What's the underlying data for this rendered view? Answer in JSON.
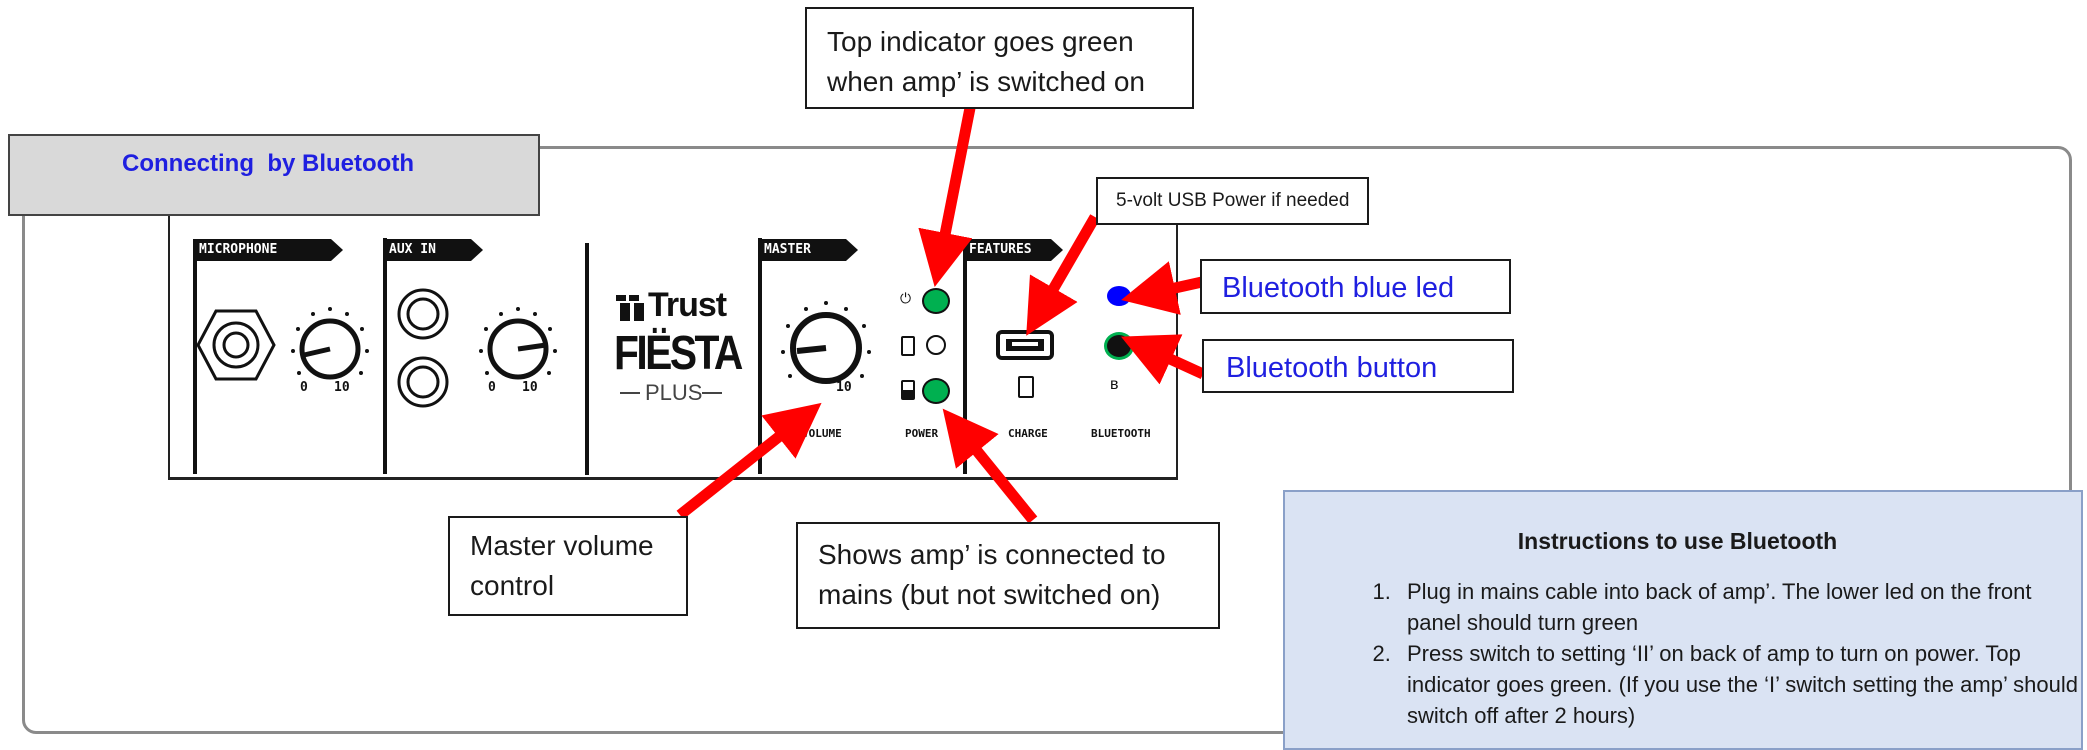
{
  "header": {
    "title": "Connecting  by Bluetooth",
    "title_color": "#1f1fe0",
    "bg": "#d9d9d9"
  },
  "panel": {
    "sections": {
      "microphone": "MICROPHONE",
      "aux_in": "AUX IN",
      "master": "MASTER",
      "features": "FEATURES"
    },
    "brand": {
      "logo_text": "Trust",
      "model": "FIËSTA",
      "sub": "PLUS"
    },
    "knob_scale": {
      "min": "0",
      "max": "10"
    },
    "labels": {
      "volume": "VOLUME",
      "power": "POWER",
      "charge": "CHARGE",
      "bluetooth": "BLUETOOTH"
    },
    "indicator_colors": {
      "on": "#00b050",
      "bt": "#0000ff",
      "arrow": "#ff0000"
    }
  },
  "callouts": {
    "top_indicator": {
      "line1": "Top indicator goes green",
      "line2": "when amp’ is switched on"
    },
    "usb_power": "5-volt USB Power if needed",
    "bt_led": "Bluetooth blue led",
    "bt_button": "Bluetooth button",
    "master_volume": {
      "line1": "Master volume",
      "line2": "control"
    },
    "mains": {
      "line1": "Shows amp’ is connected to",
      "line2": "mains (but not switched on)"
    }
  },
  "instructions": {
    "title": "Instructions to use Bluetooth",
    "items": [
      "Plug in mains cable into back of amp’. The lower led on the front panel should turn green",
      "Press switch to setting ‘II’ on back of amp to turn on power. Top indicator goes green. (If you use the ‘I’ switch setting the amp’ should switch off after 2 hours)"
    ]
  }
}
